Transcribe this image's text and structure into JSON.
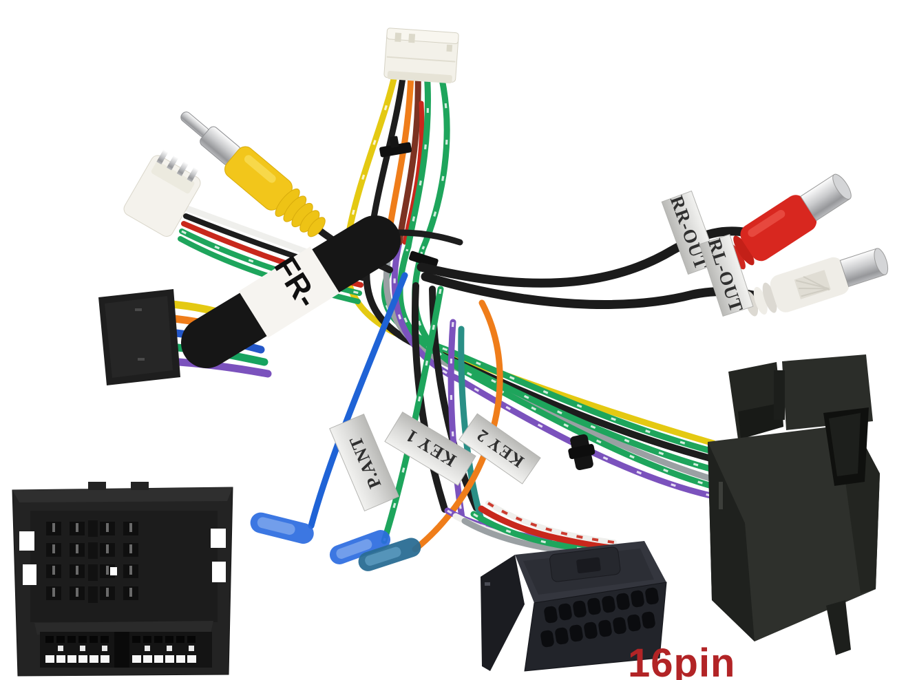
{
  "photo": {
    "type": "product-photo",
    "subject": "Car stereo 16-pin wiring harness adapter with Quadlock connectors, RCA leads and labeled wires",
    "background": "#ffffff"
  },
  "caption": {
    "text": "16pin",
    "color": "#b22426"
  },
  "labels": {
    "fr": "FR-",
    "rr_out": "RR-OUT",
    "rl_out": "RL-OUT",
    "p_ant": "P.ANT",
    "key1": "KEY 1",
    "key2": "KEY 2"
  },
  "components": {
    "top_plug": "white multi-pin connector",
    "aux_plug": "white 4-pin connector",
    "video_rca": "yellow RCA male plug",
    "rr_out_jack": "red RCA female jack",
    "rl_out_jack": "white RCA female jack",
    "quadlock_female": "black Quadlock vehicle-side connector",
    "quadlock_male": "black Quadlock radio-side connector",
    "head_unit_plug": "black 16-pin head unit connector",
    "p_ant_terminal": "blue crimp terminal on blue wire",
    "key1_terminal": "blue crimp terminal on green wire",
    "key2_terminal": "blue crimp terminal on orange wire"
  },
  "palette": {
    "wire_green": "#1ea55c",
    "wire_yellow": "#e4c912",
    "wire_orange": "#ef7d1a",
    "wire_blue": "#1f63d6",
    "wire_purple": "#7b52bd",
    "wire_red": "#c8281c",
    "wire_brown": "#7c3222",
    "wire_gray": "#9aa0a3",
    "wire_black": "#1d1d1d",
    "rca_yellow": "#f2c61b",
    "rca_red": "#d8271f",
    "rca_white": "#efede7",
    "connector_black": "#232323",
    "tag_silver": "#d9d9d7",
    "caption_red": "#b22426"
  }
}
